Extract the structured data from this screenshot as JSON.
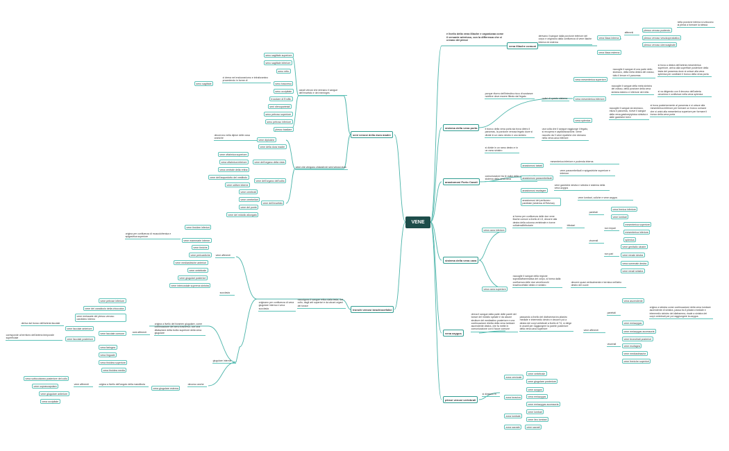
{
  "root": "VENE",
  "intro": "è livello della vena illiache e organizzaa come il versante arterioso, con la differenza che ci creano dei plessi",
  "branches": {
    "cava": {
      "label": "vena illiache comuni",
      "desc": "derivano il sangue dalla porzione inferiore del corpo e originano dalla confluenza di vene iliache interna ed esterna",
      "interna": "vena iliaca interna",
      "esterna": "vena iliaca esterna",
      "afferenti": "afferenti",
      "aff_desc": "nella porzione interna si uniscono ai plessi a formare la stessa",
      "aff_items": [
        "plesso venoso pudendo",
        "plesso venoso vescicoprostatico",
        "plesso venoso uterovaginale"
      ]
    },
    "porta": {
      "label": "sistema della vena porta",
      "desc1": "porque ritorno dell'intestino ricco di sostanze nutritive deve essere filtrato dal fegato",
      "radici": "radici di questo sistema",
      "mes_sup": "vena mesenterica superiore",
      "mes_sup_desc": "raccoglie il sangue di una parte dello stomaco, della meta destra del crasso, tutto il tenue e il pancreas",
      "mes_sup_desc2": "si trova a destra dell'arteria mesenterica superiore, arriva alla superficie posteriore della testa del pancreas dove si unisce alla vena splenica per costituire il tronco della vena porta",
      "mes_inf": "vena mesenterica inferiore",
      "mes_inf_desc": "raccoglie il sangue della meta sinistra del crasso, della porzione della vena sinistra esterno e inferiore del retto",
      "mes_inf_desc2": "si va dirigendo con il decorso dell'arteria omonima e confluisce nella vena splenica",
      "splenica": "vena splenica",
      "splenica_desc": "raccoglie il sangue da stomaco, milza e pancreas, riceve il sangue dalla vena gastroepiploica sinistra e dalle gastriche brevi",
      "splenica_desc2": "si trova posteriormente al pancreas e si unisce alla mesenterica inferiore per formare un tronco comune che si unirà alla mesenterica superiore per formare il tronco della vena porta",
      "desc2": "il tronco della vena porta sia trova dietro il pancreas, la porzione venosa fegato dove si divide in un ramo destro e uno sinistro",
      "desc3": "una volta che il sangue raggiunge il fegato, si recupera e capillarizzazione, viene raccolto da 3 vene epatiche che drenano nella vena cava inferiore",
      "desc4": "si divide in un ramo destro e in un ramo sinistro"
    },
    "anastomosi": {
      "label": "anastomosi Porto Cavali",
      "desc": "comunicazioni tra le radici della vena porta e il sistema della vena cava",
      "items": [
        "anastomosi labiali",
        "anastomosi paraombelicali",
        "anastomosi esofagee",
        "anastomosi del peritoneo parietale (sistema di Retzius)"
      ],
      "item_desc": [
        "mesenterica inferiore e pudenda interna",
        "vene paraombelicali e epigastriche superiore e inferiore",
        "vene gastriche destra e sinistra e sistema della vena azygos",
        "vene lombari, coliche e vene azygos"
      ]
    },
    "cava_sys": {
      "label": "sistema della vena cava",
      "inf": "vena cava inferiore",
      "inf_desc": "si forma per confluenza delle due vene iliache comuni a livello di L5, decorre alla destra della colonna vertebrale e riceve collaterali/tributarie",
      "tributari": "tributari",
      "parietali": "parietali",
      "frenica": "vena frenica inferiore",
      "lombari": "vene lombari",
      "viscerali": "viscerali",
      "impari": "non impari",
      "impari_items": [
        "mesenterica superiore",
        "mesenterica inferiore",
        "splenica"
      ],
      "pari": "non pari",
      "pari_items": [
        "vene genitalio ulnarie",
        "vene renale destra",
        "vena surrenale destra",
        "vene renali sinistra"
      ],
      "sup": "vena cava superiore",
      "sup_desc": "raccoglie il sangue della regione sopradiaframmatica del corpo, si forma dalla confluenza delle due vene/tronchi brachiocefalici destro e sinistro",
      "sup_desc2": "decorre quasi verticalmente e termina nell'atrio destro del cuore"
    },
    "azygos": {
      "label": "vena azygos",
      "desc": "drena il sangue dalla parte delle pareti del torace del midollo spinale e da alcune strutture del mediastino posteriore e una continuazione diretta della vena lombare ascendente destra, che fa mette in comunicazione con il fauce comune",
      "desc2": "passando a livello del diaframma tra pilastro mediale e intermedio destro e decorre poi a destra dei corpi vertebrali a livello di T4, si dirige in avanti per raggiungere la parete posteriore della vena cava superiore",
      "afferenti": "vene afferenti",
      "parietali": "parietali",
      "viscerali": "viscerali",
      "par_items": [
        "vena ascendente",
        "vene emiazygos",
        "vene emiazygos accessoria"
      ],
      "par_desc": "origina a sinistra come continuazione della vena lombare ascendente di sinistra, passa tra il pilastro mediale e intermedio sinistro del diaframma, risale a sinistra dei corpi vertebrali per poi raggiungere la azygos",
      "visc_items": [
        "vene bronchiali posteriori",
        "vene esofagea",
        "vene mediastinache",
        "vene freniche superiori"
      ]
    },
    "plessi": {
      "label": "plessi venosi vertebrali",
      "divide": "si dividono in",
      "groups": [
        {
          "label": "zona cervicale",
          "items": [
            "vene vertebrale",
            "vene giugulare posteriore"
          ]
        },
        {
          "label": "zona toracica",
          "items": [
            "vene azygos",
            "vena emiazygos",
            "vene emiazygos accessoria"
          ]
        },
        {
          "label": "zona lombale",
          "items": [
            "vene lombari",
            "vene ileo lombari"
          ]
        },
        {
          "label": "zona sacrale",
          "items": [
            "vene sacrali"
          ]
        }
      ]
    }
  },
  "left": {
    "dura": {
      "label": "seni venosi della dura madre",
      "desc": "canali venosi che drenano il sangue dell'encefalo e dei meninges",
      "sagittale": "seno sagittale",
      "sag_desc": "ci drena nel endocraniomo e infraforamino procedendo in forme di",
      "seni": [
        "seno sagittale superiore",
        "seno sagittale inferiore",
        "seno retto",
        "seno trasverso",
        "seno occipitale",
        "trocolare di Erofilo",
        "seni sfenoparietali",
        "seno petroso superiore",
        "seno petroso inferiore",
        "plesso basilare"
      ],
      "diploiche": "vene diploiche",
      "dip_desc": "decorrono nella diploe delle ossa craniche",
      "dura_vene": "vene della dura madre",
      "vene_ence": "vene che vengono chiarati nei seni venosi dura",
      "cerebrali_group": "vene dell'organo della vista",
      "cerebrali_items": [
        "vene oftalmica superiore",
        "vena oftalmica inferiore",
        "vena centrale della retina"
      ],
      "orecchio_group": "vene dell'organo dell'udito",
      "orecchio_items": [
        "vene dell'acquedotto del vestibolo",
        "vene uditive interne"
      ],
      "encefalo_group": "vene dell'encefalo",
      "encefalo_items": [
        "vene cerebrali",
        "vene cerebellari",
        "vene del ponte",
        "vene del midollo allungato"
      ]
    },
    "tronchi": {
      "label": "tronchi venosi brachiocefalici",
      "desc": "raccolgono il sangue refluo dalla testa, dal collo, dagli arti superiori e da alcuni organi del torace",
      "desc2": "originano per confluenza di vena giugulare interna e vena succlavia",
      "afferenti": "vene afferenti",
      "aff_items": [
        "vene tiroidee inferiori",
        "vene mammarie interne",
        "vene timiche",
        "vene pericardiche",
        "vene mediastiniche anteriori",
        "vene vertebrale",
        "vene giugulari posteriori",
        "vene intercostale suprema sinistra"
      ],
      "mamm_desc": "origina per confluenza di muscolofrenica e epigastrica superiore",
      "succlavia": "succlavia",
      "giug_int": "giugulare interna",
      "giug_desc": "origina a livello del foramen giugulare, come continuazione del seno trasverso, con una dilatazione detta bulbo superiore della vena giugulare",
      "rami": "rami afferenti",
      "rami_items": [
        "vene petrose inferiore",
        "vene del canalicolo della chiocciola",
        "vene emissarie del plesso venoso carotideo interno",
        "vena faringea",
        "vena linguale",
        "vena tiroidea superiore",
        "vena tiroidea media"
      ],
      "facc_comune": "vene facciale comune",
      "facc_ant": "vene facciale anteriore",
      "facc_post": "vene facciale posteriore",
      "facc_ant_desc": "deriva dal tronco dell'arteria facciale",
      "facc_post_desc": "corrisponde al territorio dell'arteria temporale superficiale",
      "ant_desc": "drena il sangue della parte superficiale",
      "decorso": "decorso anche",
      "giug_est": "vena giugulare esterna",
      "est_desc": "origina a livello dell'angolo della mandibola",
      "est_aff": "vene afferenti",
      "est_items": [
        "vena sottocutanea posteriore del collo",
        "vene soprascapolare",
        "vene giugulare anteriore",
        "vena occipitale"
      ]
    }
  }
}
